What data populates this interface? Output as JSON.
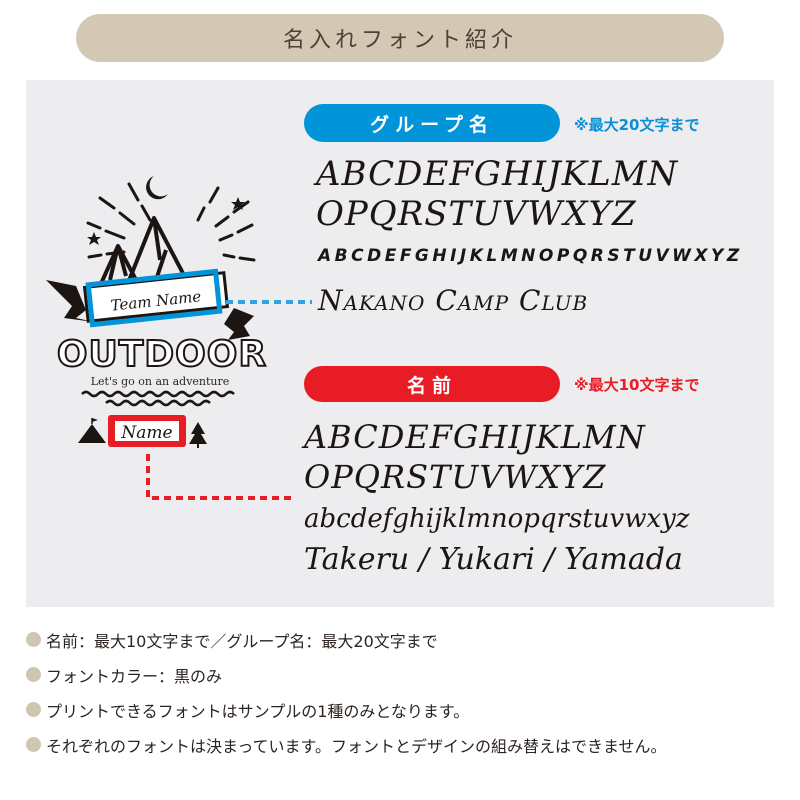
{
  "header": {
    "title": "名入れフォント紹介"
  },
  "group_section": {
    "label": "グループ名",
    "limit_note": "※最大20文字まで",
    "accent_color": "#0294d8",
    "samples": [
      "ABCDEFGHIJKLMN",
      "OPQRSTUVWXYZ",
      "ABCDEFGHIJKLMNOPQRSTUVWXYZ",
      "Nakano Camp Club"
    ]
  },
  "name_section": {
    "label": "名前",
    "limit_note": "※最大10文字まで",
    "accent_color": "#e81c24",
    "samples": [
      "ABCDEFGHIJKLMN",
      "OPQRSTUVWXYZ",
      "abcdefghijklmnopqrstuvwxyz",
      "Takeru / Yukari / Yamada"
    ]
  },
  "logo": {
    "team_name": "Team Name",
    "title": "OUTDOOR",
    "tagline": "Let's go on an adventure",
    "name": "Name"
  },
  "notes": [
    "名前：最大10文字まで／グループ名：最大20文字まで",
    "フォントカラー：黒のみ",
    "プリントできるフォントはサンプルの1種のみとなります。",
    "それぞれのフォントは決まっています。フォントとデザインの組み替えはできません。"
  ]
}
